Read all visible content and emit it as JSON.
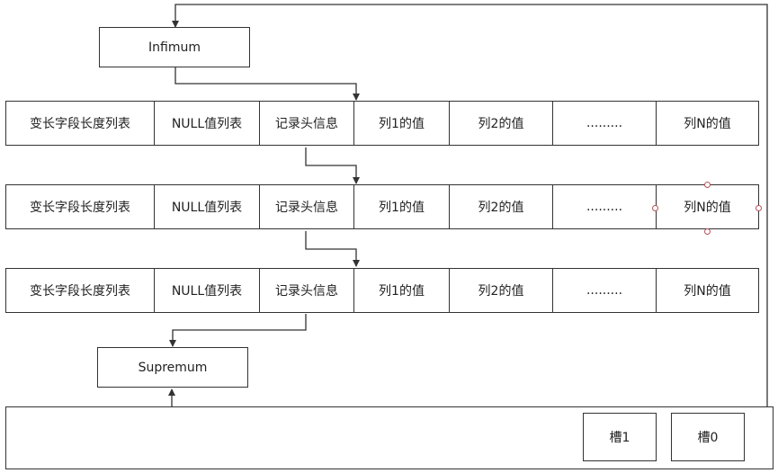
{
  "infimum": {
    "label": "Infimum"
  },
  "supremum": {
    "label": "Supremum"
  },
  "records": [
    {
      "cells": [
        "变长字段长度列表",
        "NULL值列表",
        "记录头信息",
        "列1的值",
        "列2的值",
        ".........",
        "列N的值"
      ]
    },
    {
      "cells": [
        "变长字段长度列表",
        "NULL值列表",
        "记录头信息",
        "列1的值",
        "列2的值",
        ".........",
        "列N的值"
      ]
    },
    {
      "cells": [
        "变长字段长度列表",
        "NULL值列表",
        "记录头信息",
        "列1的值",
        "列2的值",
        ".........",
        "列N的值"
      ]
    }
  ],
  "page_directory": {
    "slots": [
      "槽1",
      "槽0"
    ]
  },
  "colors": {
    "line": "#333333",
    "handle": "#b5535a"
  }
}
